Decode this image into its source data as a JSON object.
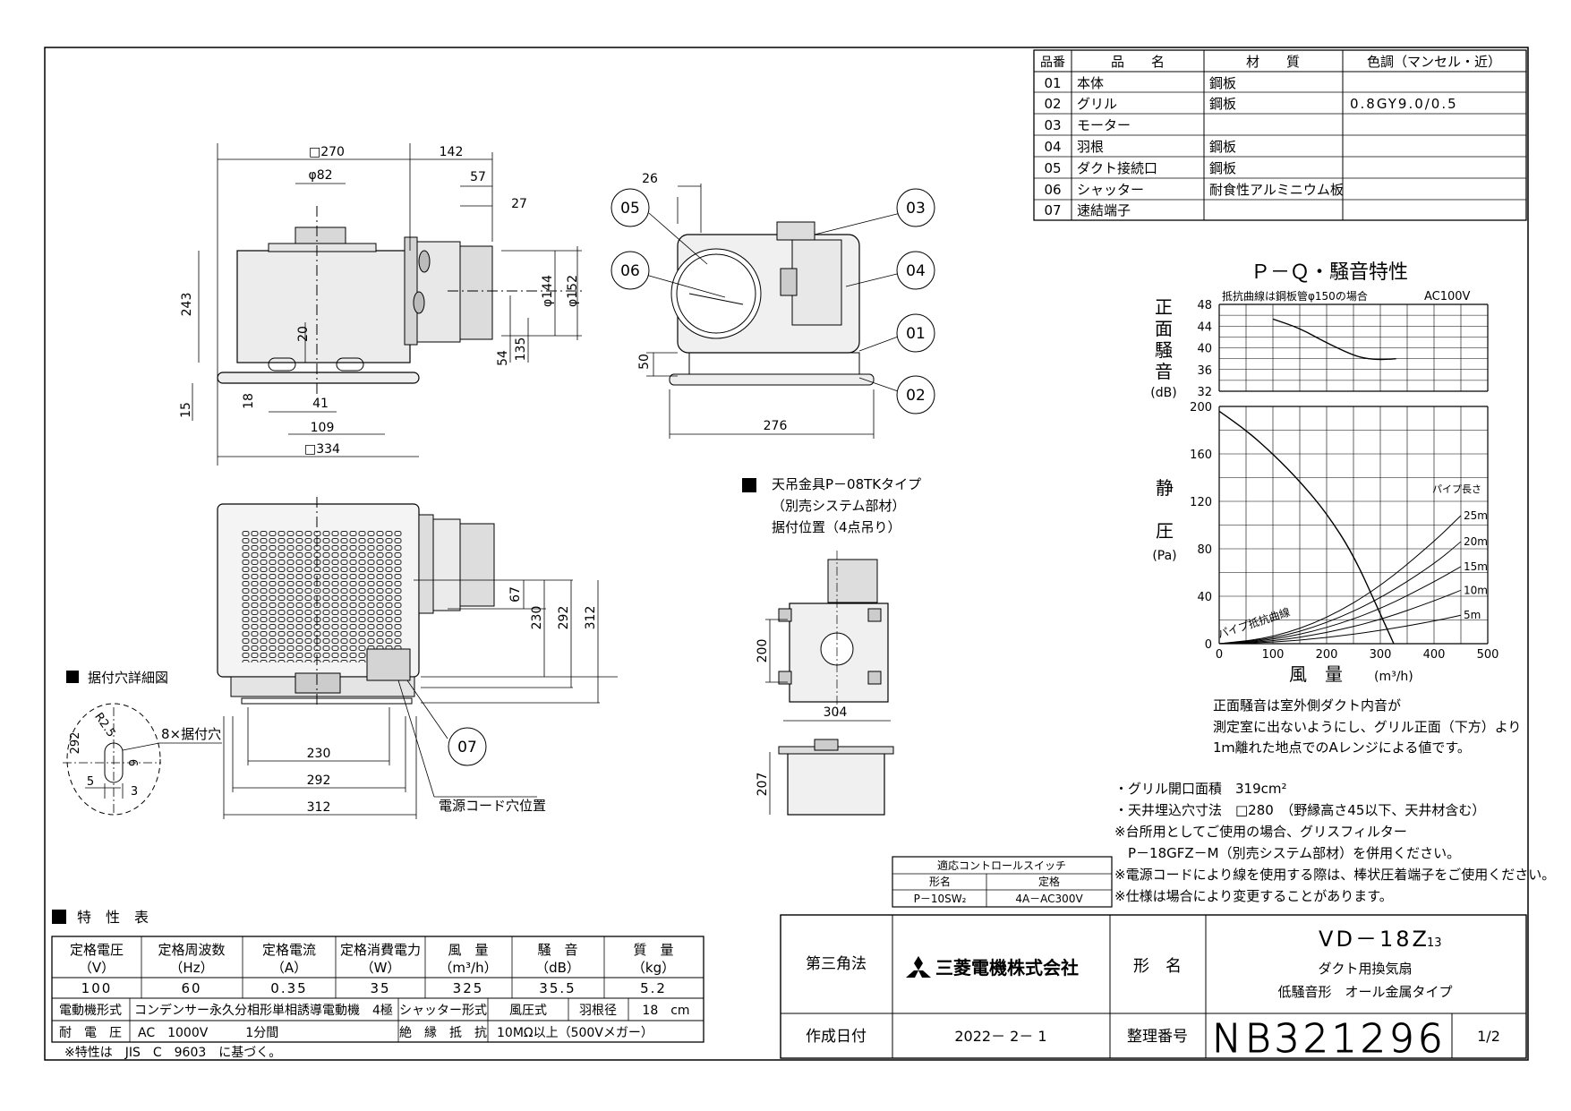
{
  "parts_table": {
    "headers": [
      "品番",
      "品　　名",
      "材　　質",
      "色調（マンセル・近）"
    ],
    "rows": [
      {
        "no": "01",
        "name": "本体",
        "material": "鋼板",
        "color": ""
      },
      {
        "no": "02",
        "name": "グリル",
        "material": "鋼板",
        "color": "0.8GY9.0/0.5"
      },
      {
        "no": "03",
        "name": "モーター",
        "material": "",
        "color": ""
      },
      {
        "no": "04",
        "name": "羽根",
        "material": "鋼板",
        "color": ""
      },
      {
        "no": "05",
        "name": "ダクト接続口",
        "material": "鋼板",
        "color": ""
      },
      {
        "no": "06",
        "name": "シャッター",
        "material": "耐食性アルミニウム板",
        "color": ""
      },
      {
        "no": "07",
        "name": "速結端子",
        "material": "",
        "color": ""
      }
    ]
  },
  "dimensions": {
    "top_view": [
      "□270",
      "142",
      "φ82",
      "57",
      "27",
      "243",
      "20",
      "15",
      "18",
      "41",
      "109",
      "□334",
      "54",
      "135",
      "φ144",
      "φ152"
    ],
    "side_view": [
      "26",
      "50",
      "276"
    ],
    "bottom_view": [
      "67",
      "230",
      "292",
      "312",
      "230",
      "292",
      "312"
    ],
    "bracket_view": [
      "200",
      "304",
      "207"
    ],
    "detail": [
      "292",
      "R2.5",
      "9",
      "5",
      "3"
    ]
  },
  "part_callouts": [
    "05",
    "06",
    "03",
    "04",
    "01",
    "02",
    "07"
  ],
  "labels": {
    "mount_detail_title": "据付穴詳細図",
    "mount_hole": "8×据付穴",
    "power_cord": "電源コード穴位置",
    "bracket_title": "天吊金具P－08TKタイプ",
    "bracket_note1": "（別売システム部材）",
    "bracket_note2": "据付位置（4点吊り）"
  },
  "chart_data": {
    "type": "line",
    "title": "Ｐ－Ｑ・騒音特性",
    "resistance_note": "抵抗曲線は鋼板管φ150の場合",
    "power": "AC100V",
    "xlabel": "風　量",
    "xunit": "(m³/h)",
    "noise_ylabel": "正面騒音",
    "noise_yunit": "(dB)",
    "pressure_ylabel_1": "静",
    "pressure_ylabel_2": "圧",
    "pressure_yunit": "(Pa)",
    "pipe_length_label": "パイプ長さ",
    "pipe_curve_label": "パイプ抵抗曲線",
    "xlim": [
      0,
      500
    ],
    "x_ticks": [
      "0",
      "100",
      "200",
      "300",
      "400",
      "500"
    ],
    "noise_ylim": [
      32,
      48
    ],
    "noise_ticks": [
      "48",
      "44",
      "40",
      "36",
      "32"
    ],
    "pressure_ylim": [
      0,
      200
    ],
    "pressure_ticks": [
      "200",
      "160",
      "120",
      "80",
      "40",
      "0"
    ],
    "noise_curve": {
      "x": [
        100,
        150,
        200,
        250,
        275,
        300,
        330
      ],
      "y": [
        45.3,
        43.6,
        40.9,
        38.6,
        38.0,
        37.8,
        38.0
      ]
    },
    "pq_curve": {
      "x": [
        0,
        50,
        100,
        150,
        200,
        250,
        300,
        325
      ],
      "y": [
        196,
        180,
        160,
        137,
        110,
        75,
        25,
        0
      ]
    },
    "pipe_curves": [
      {
        "label": "25m",
        "x": [
          0,
          100,
          200,
          300,
          400,
          450
        ],
        "y": [
          0,
          5,
          21,
          48,
          86,
          108
        ]
      },
      {
        "label": "20m",
        "x": [
          0,
          100,
          200,
          300,
          400,
          450
        ],
        "y": [
          0,
          4,
          17,
          38,
          67,
          86
        ]
      },
      {
        "label": "15m",
        "x": [
          0,
          100,
          200,
          300,
          400,
          450
        ],
        "y": [
          0,
          3,
          13,
          29,
          52,
          65
        ]
      },
      {
        "label": "10m",
        "x": [
          0,
          100,
          200,
          300,
          400,
          450
        ],
        "y": [
          0,
          2,
          9,
          20,
          36,
          45
        ]
      },
      {
        "label": "5m",
        "x": [
          0,
          100,
          200,
          300,
          400,
          450
        ],
        "y": [
          0,
          1,
          5,
          11,
          19,
          24
        ]
      }
    ]
  },
  "notes": {
    "noise_1": "正面騒音は室外側ダクト内音が",
    "noise_2": "測定室に出ないようにし、グリル正面（下方）より",
    "noise_3": "1ｍ離れた地点でのAレンジによる値です。",
    "n1": "・グリル開口面積　319cm²",
    "n2": "・天井埋込穴寸法　□280　（野縁高さ45以下、天井材含む）",
    "n3": "※台所用としてご使用の場合、グリスフィルター",
    "n4": "　P－18GFZ－M（別売システム部材）を併用ください。",
    "n5": "※電源コードにより線を使用する際は、棒状圧着端子をご使用ください。",
    "n6": "※仕様は場合により変更することがあります。"
  },
  "control_switch": {
    "title": "適応コントロールスイッチ",
    "h1": "形名",
    "h2": "定格",
    "v1": "P－10SW₂",
    "v2": "4A－AC300V"
  },
  "spec_table": {
    "title": "特　性　表",
    "headers_1": [
      "定格電圧",
      "定格周波数",
      "定格電流",
      "定格消費電力",
      "風　量",
      "騒　音",
      "質　量"
    ],
    "headers_2": [
      "（V）",
      "（Hz）",
      "（A）",
      "（W）",
      "（m³/h）",
      "（dB）",
      "（kg）"
    ],
    "values": [
      "100",
      "60",
      "0.35",
      "35",
      "325",
      "35.5",
      "5.2"
    ],
    "motor_label": "電動機形式",
    "motor_value": "コンデンサー永久分相形単相誘導電動機　4極",
    "shutter_label": "シャッター形式",
    "shutter_value": "風圧式",
    "blade_label": "羽根径",
    "blade_value": "18　cm",
    "withstand_label": "耐　電　圧",
    "withstand_value": "AC　1000V　　　1分間",
    "insulation_label": "絶　縁　抵　抗",
    "insulation_value": "10MΩ以上（500Vメガー）",
    "footnote": "※特性は　JIS　C　9603　に基づく。"
  },
  "title_block": {
    "projection": "第三角法",
    "company": "三菱電機株式会社",
    "model_label": "形　名",
    "model": "VD－18Z",
    "model_suffix": "13",
    "desc1": "ダクト用換気扇",
    "desc2": "低騒音形　オール金属タイプ",
    "date_label": "作成日付",
    "date": "2022－ 2－ 1",
    "number_label": "整理番号",
    "number": "NB321296",
    "page": "1/2"
  }
}
